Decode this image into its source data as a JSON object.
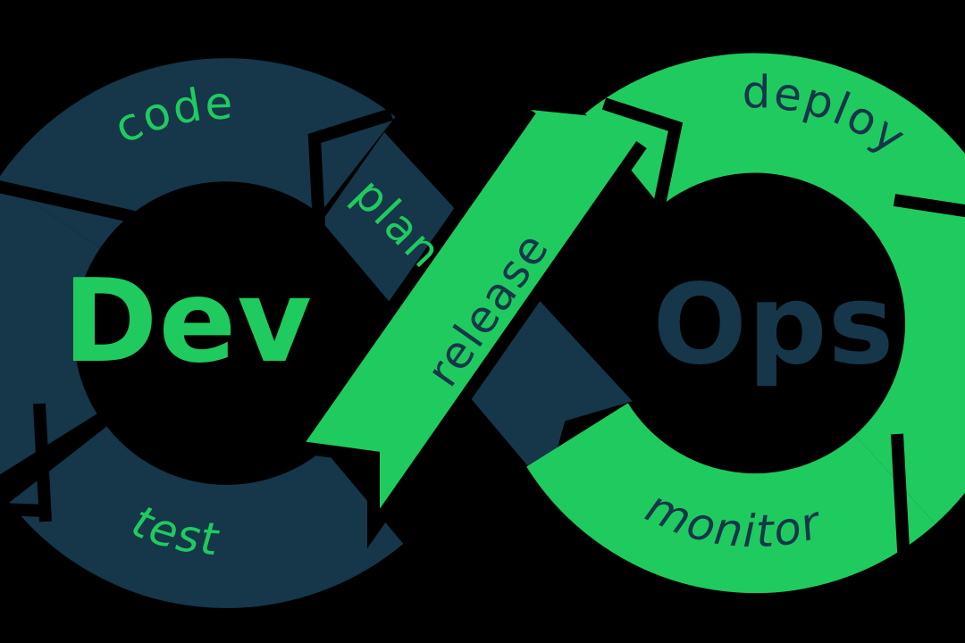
{
  "colors": {
    "bg": "#000000",
    "navy": "#16364a",
    "green": "#1fcb5e"
  },
  "infinity": {
    "dev": "Dev",
    "ops": "Ops",
    "stages": {
      "plan": "plan",
      "code": "code",
      "test": "test",
      "release": "release",
      "deploy": "deploy",
      "monitor": "monitor"
    }
  }
}
